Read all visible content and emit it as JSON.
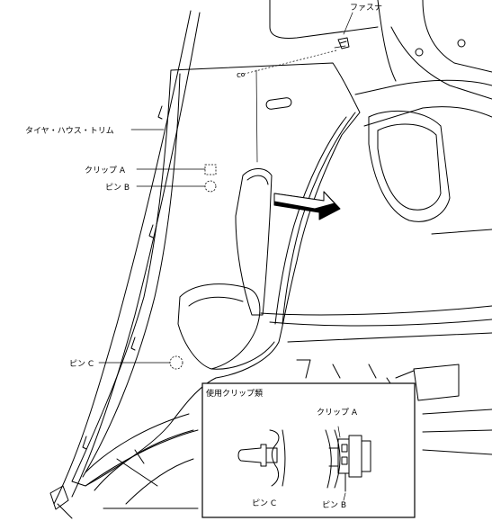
{
  "labels": {
    "fastener": "ファスナ",
    "tire_house_trim": "タイヤ・ハウス・トリム",
    "clip_a": "クリップ A",
    "pin_b": "ピン B",
    "pin_c": "ピン C",
    "fastener_point": "c"
  },
  "inset": {
    "title": "使用クリップ類",
    "clip_a": "クリップ A",
    "pin_c": "ピン C",
    "pin_b": "ピン B"
  }
}
